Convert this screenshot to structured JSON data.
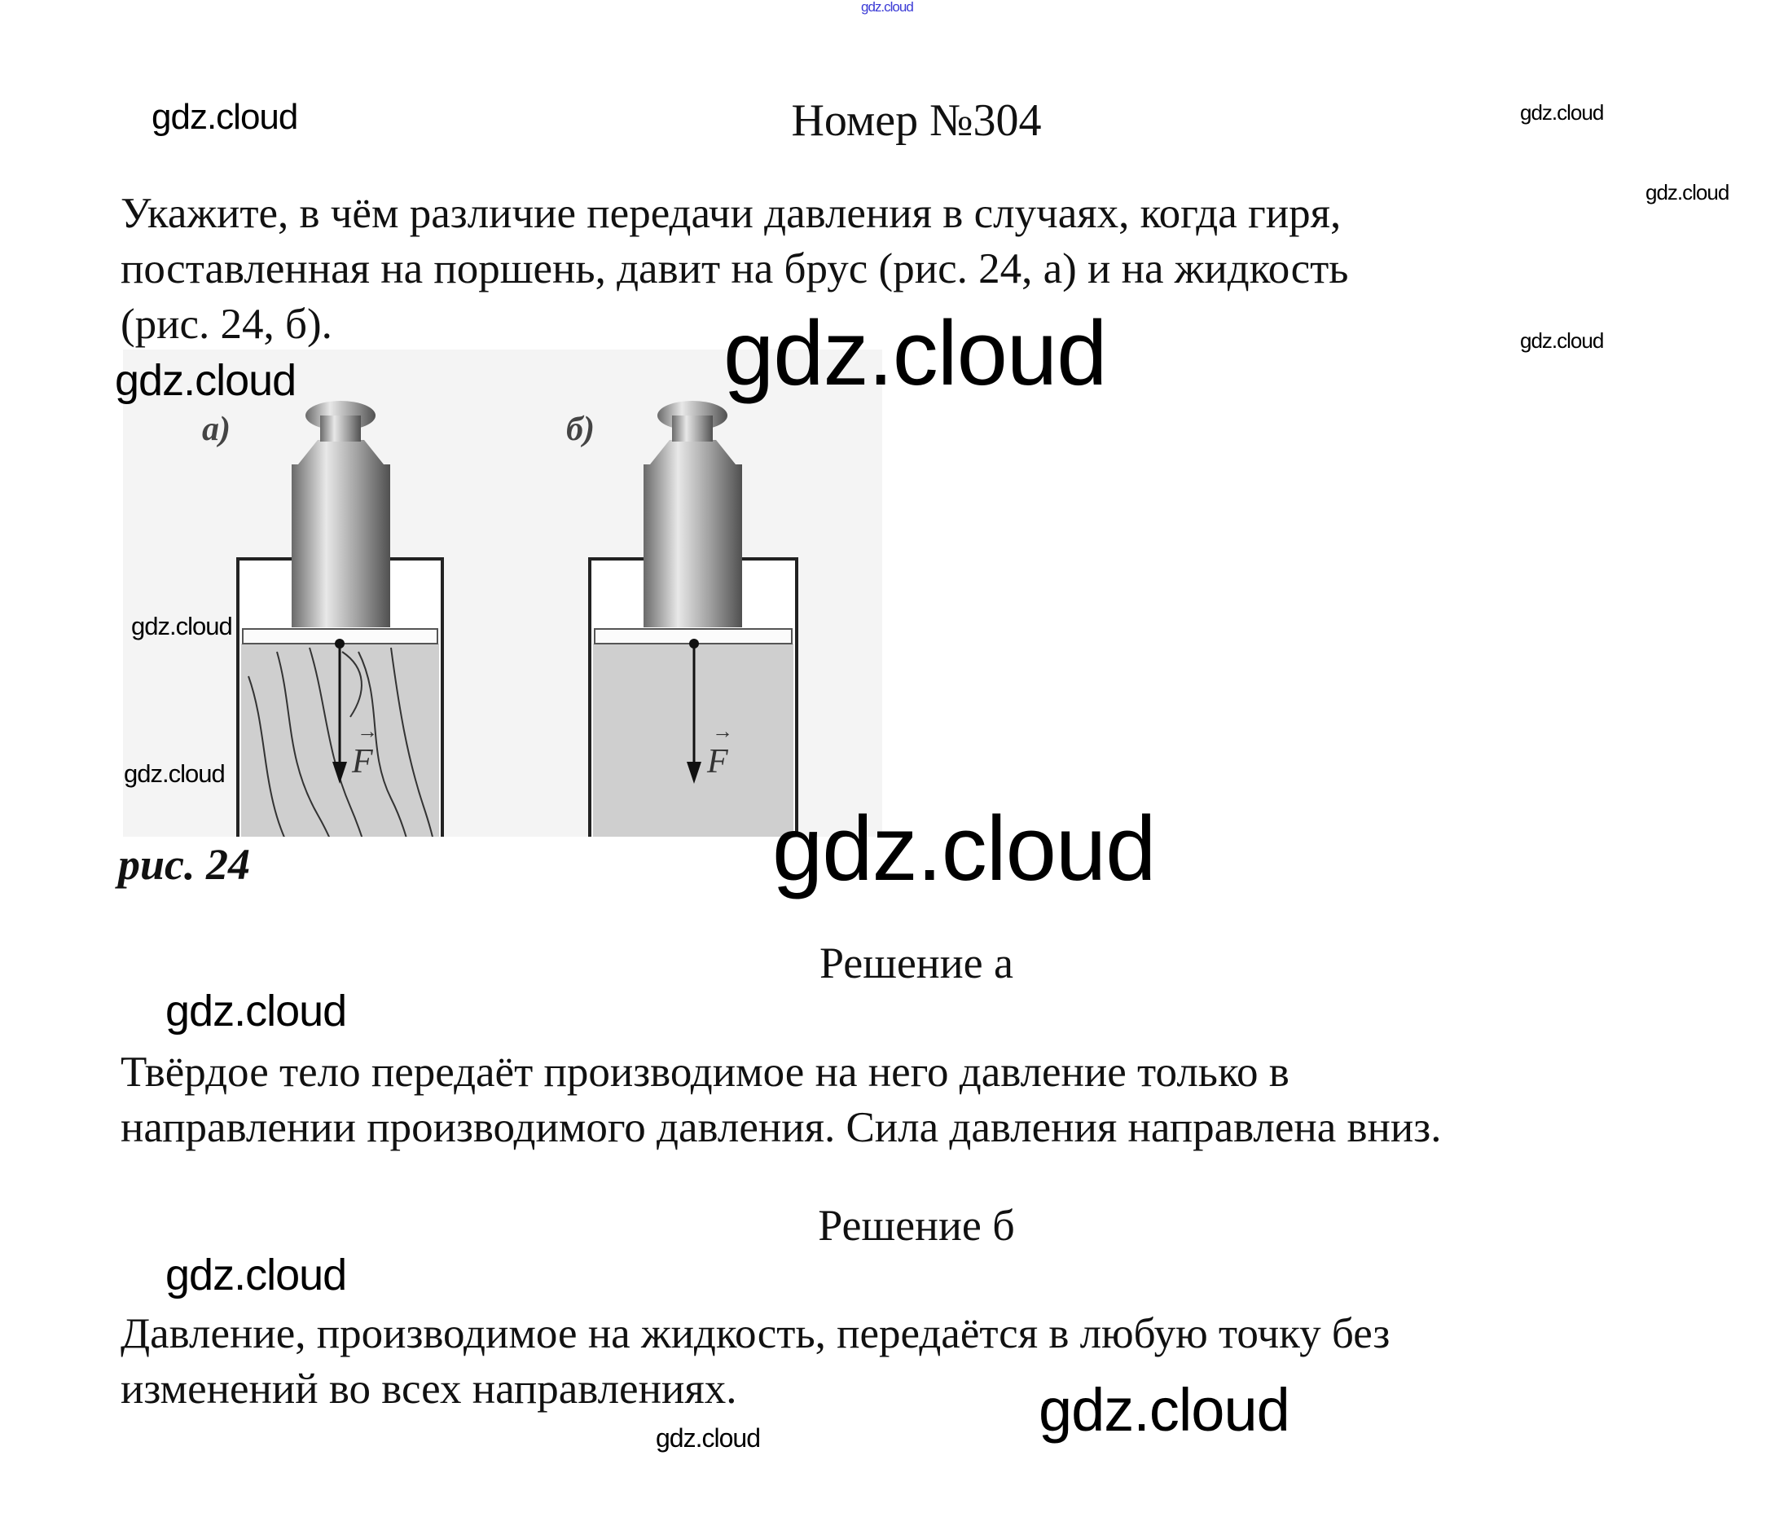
{
  "watermark": "gdz.cloud",
  "header": {
    "title": "Номер №304"
  },
  "question": {
    "lines": [
      "Укажите, в чём различие передачи давления в случаях, когда гиря,",
      "поставленная на поршень, давит на брус (рис. 24, а) и на жидкость",
      "(рис. 24, б)."
    ]
  },
  "figure": {
    "label_a": "а)",
    "label_b": "б)",
    "force_label": "F",
    "caption": "рис. 24"
  },
  "solution_a": {
    "heading": "Решение а",
    "lines": [
      "Твёрдое тело передаёт производимое на него давление только в",
      "направлении производимого давления. Сила давления направлена вниз."
    ]
  },
  "solution_b": {
    "heading": "Решение б",
    "lines": [
      "Давление, производимое на жидкость, передаётся в любую точку без",
      "изменений во всех направлениях."
    ]
  },
  "colors": {
    "top_watermark": "#3b3bd6",
    "block_fill": "#cfcfcf"
  }
}
